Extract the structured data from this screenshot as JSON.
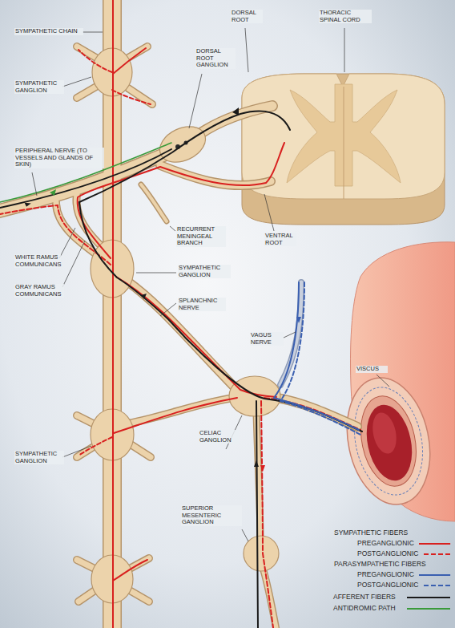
{
  "diagram": {
    "labels": [
      "SYMPATHETIC CHAIN",
      "DORSAL ROOT",
      "THORACIC SPINAL CORD",
      "DORSAL ROOT GANGLION",
      "SYMPATHETIC GANGLION",
      "PERIPHERAL NERVE (TO VESSELS AND GLANDS OF SKIN)",
      "RECURRENT MENINGEAL BRANCH",
      "VENTRAL ROOT",
      "WHITE RAMUS COMMUNICANS",
      "SYMPATHETIC GANGLION",
      "GRAY RAMUS COMMUNICANS",
      "SPLANCHNIC NERVE",
      "VAGUS NERVE",
      "VISCUS",
      "SYMPATHETIC GANGLION",
      "CELIAC GANGLION",
      "SUPERIOR MESENTERIC GANGLION",
      "SYMPATHETIC FIBERS",
      "PARASYMPATHETIC FIBERS"
    ],
    "legend": [
      {
        "text": "PREGANGLIONIC"
      },
      {
        "text": "POSTGANGLIONIC"
      },
      {
        "text": "PREGANGLIONIC"
      },
      {
        "text": "POSTGANGLIONIC"
      },
      {
        "text": "AFFERENT FIBERS"
      },
      {
        "text": "ANTIDROMIC PATH"
      }
    ]
  }
}
